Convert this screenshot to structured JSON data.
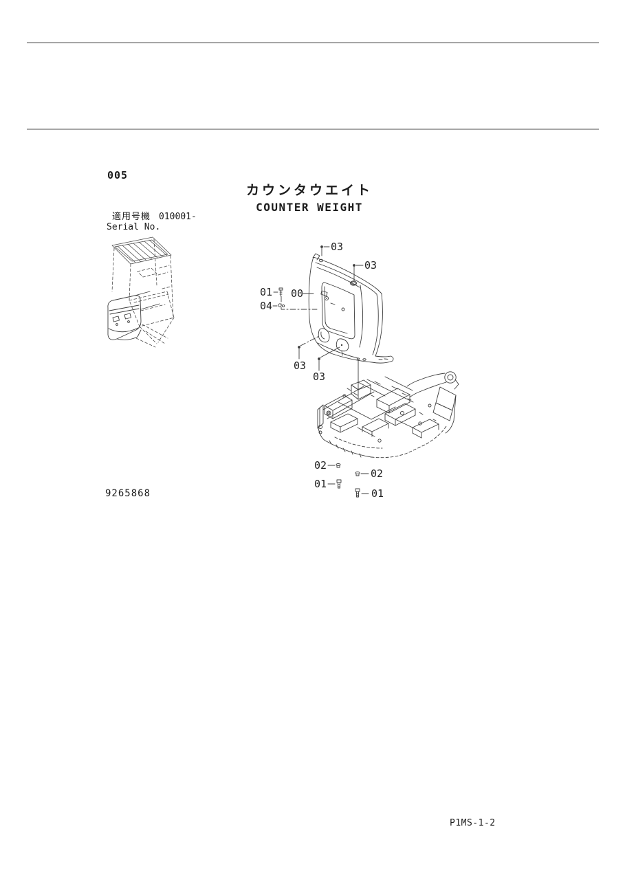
{
  "page": {
    "number": "005",
    "title_ja": "カウンタウエイト",
    "title_en": "COUNTER WEIGHT",
    "serial": {
      "label_ja": "適用号機",
      "value": "010001-",
      "label_en": "Serial No."
    },
    "part_number": "9265868",
    "footer_code": "P1MS-1-2"
  },
  "diagram": {
    "description": "Exploded parts view: counterweight casting with mounting bolts and washers above the excavator swing frame; small thumbnail shows counterweight location on machine rear",
    "callouts": [
      {
        "ref": "mount-bolt-top-left",
        "label": "03"
      },
      {
        "ref": "mount-bolt-top-right",
        "label": "03"
      },
      {
        "ref": "side-bolt",
        "label": "01"
      },
      {
        "ref": "counterweight-body",
        "label": "00"
      },
      {
        "ref": "side-washer",
        "label": "04"
      },
      {
        "ref": "mount-bolt-lower-a",
        "label": "03"
      },
      {
        "ref": "mount-bolt-lower-b",
        "label": "03"
      },
      {
        "ref": "frame-nut-left",
        "label": "02"
      },
      {
        "ref": "frame-nut-right",
        "label": "02"
      },
      {
        "ref": "frame-bolt-left",
        "label": "01"
      },
      {
        "ref": "frame-bolt-right",
        "label": "01"
      }
    ]
  },
  "colors": {
    "background": "#ffffff",
    "rule": "#a6a6a6",
    "line": "#3c3c3c",
    "text": "#1c1c1c"
  }
}
